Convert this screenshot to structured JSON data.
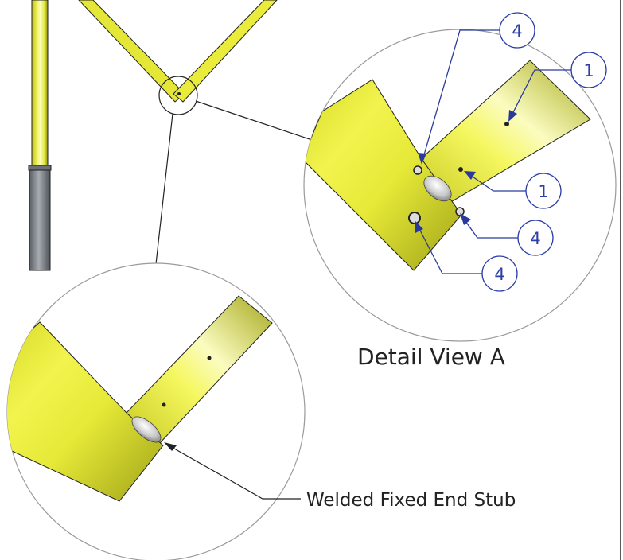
{
  "colors": {
    "pipe": "#e9ec3a",
    "pipe_shadow": "#8f9214",
    "pipe_highlight": "#fbfcc8",
    "post": "#8a8f94",
    "post_shadow": "#4d5258",
    "outline": "#222222",
    "leader": "#2a3a9c",
    "balloon": "#2c3fa8",
    "circle": "#9a9a9a"
  },
  "detail_view_label": "Detail View A",
  "weld_label": "Welded Fixed End Stub",
  "balloons": [
    {
      "id": "balloon-top-4",
      "text": "4"
    },
    {
      "id": "balloon-top-1",
      "text": "1"
    },
    {
      "id": "balloon-mid-1",
      "text": "1"
    },
    {
      "id": "balloon-right-4",
      "text": "4"
    },
    {
      "id": "balloon-bottom-4",
      "text": "4"
    }
  ]
}
